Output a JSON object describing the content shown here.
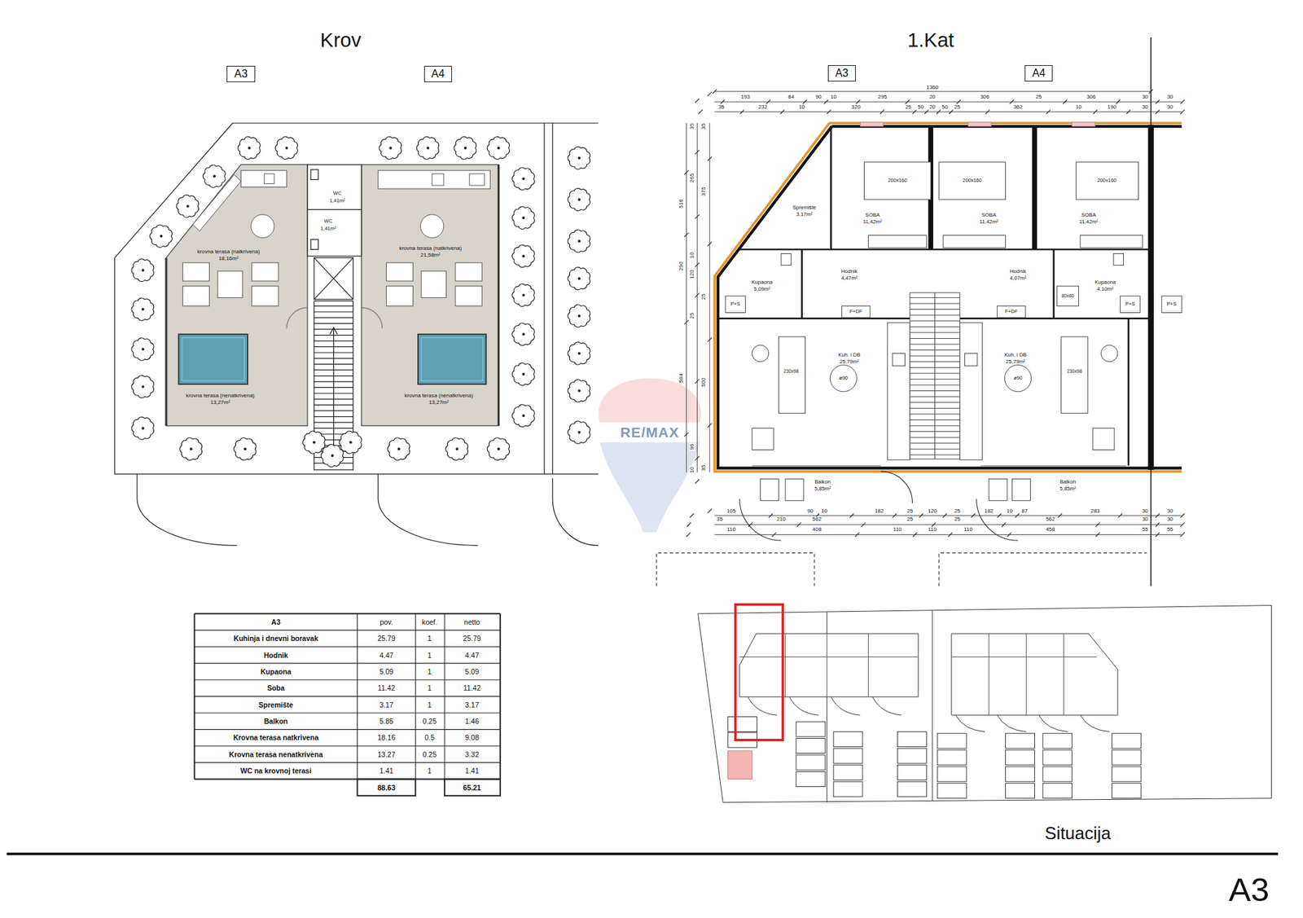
{
  "diagram": {
    "nodes": [
      {
        "text": [
          "A3"
        ]
      },
      {
        "text": [
          "A4"
        ]
      },
      {
        "text": [
          "A3"
        ]
      },
      {
        "text": [
          "A4"
        ]
      }
    ],
    "labels": [
      "Krov",
      "1.Kat",
      "krovna terasa (natkrivena)",
      "18,16m²",
      "krovna terasa (natkrivena)",
      "21,58m²",
      "krovna terasa (nenatkrivena)",
      "13,27m²",
      "krovna terasa (nenatkrivena)",
      "13,27m²",
      "WC",
      "1,41m²",
      "WC",
      "1,41m²",
      "1360",
      "193",
      "84",
      "90",
      "10",
      "295",
      "20",
      "306",
      "25",
      "306",
      "30",
      "30",
      "35",
      "232",
      "10",
      "320",
      "25",
      "50",
      "20",
      "50",
      "25",
      "362",
      "10",
      "190",
      "30",
      "30",
      "516",
      "290",
      "584",
      "35",
      "265",
      "10",
      "120",
      "25",
      "96",
      "10",
      "35",
      "375",
      "25",
      "500",
      "35",
      "Spremište",
      "3,17m²",
      "SOBA",
      "11,42m²",
      "SOBA",
      "11,42m²",
      "SOBA",
      "11,42m²",
      "200x160",
      "200x160",
      "200x160",
      "Hodnik",
      "4,47m²",
      "Hodnik",
      "4,07m²",
      "Kupaona",
      "5,09m²",
      "Kupaona",
      "4,10m²",
      "P+S",
      "P+S",
      "P+S",
      "F+DF",
      "F+DF",
      "80x80",
      "Kuh. i DB",
      "25,79m²",
      "Kuh. i DB",
      "25,79m²",
      "230x98",
      "230x98",
      "ø90",
      "ø90",
      "Balkon",
      "5,85m²",
      "Balkon",
      "5,85m²",
      "105",
      "90",
      "10",
      "182",
      "25",
      "120",
      "25",
      "182",
      "10",
      "87",
      "283",
      "30",
      "30",
      "35",
      "210",
      "562",
      "25",
      "25",
      "562",
      "30",
      "30",
      "110",
      "408",
      "110",
      "110",
      "110",
      "458",
      "55",
      "55",
      "RE/MAX",
      "A3",
      "pov.",
      "koef.",
      "netto",
      "Kuhinja i dnevni boravak",
      "25.79",
      "1",
      "25.79",
      "Hodnik",
      "4.47",
      "1",
      "4.47",
      "Kupaona",
      "5.09",
      "1",
      "5.09",
      "Soba",
      "11.42",
      "1",
      "11.42",
      "Spremište",
      "3.17",
      "1",
      "3.17",
      "Balkon",
      "5.85",
      "0.25",
      "1.46",
      "Krovna terasa natkrivena",
      "18.16",
      "0.5",
      "9.08",
      "Krovna terasa nenatkrivena",
      "13.27",
      "0.25",
      "3.32",
      "WC na krovnoj terasi",
      "1.41",
      "1",
      "1.41",
      "88.63",
      "65.21",
      "Situacija",
      "A3"
    ]
  }
}
